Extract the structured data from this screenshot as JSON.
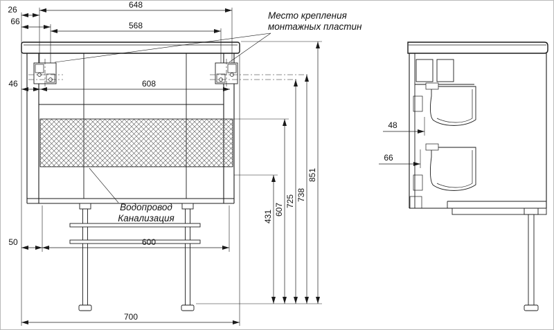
{
  "colors": {
    "ink": "#1a1a1a",
    "paper": "#ffffff"
  },
  "front_view": {
    "dims": {
      "d648": "648",
      "d26": "26",
      "d66": "66",
      "d568": "568",
      "d46": "46",
      "d608": "608",
      "d50": "50",
      "d600": "600",
      "d700": "700",
      "d431": "431",
      "d607": "607",
      "d725": "725",
      "d738": "738",
      "d851": "851"
    }
  },
  "side_view": {
    "dims": {
      "d48": "48",
      "d66": "66"
    }
  },
  "annotations": {
    "mounting1": "Место крепления",
    "mounting2": "монтажных пластин",
    "plumbing1": "Водопровод",
    "plumbing2": "Канализация"
  }
}
